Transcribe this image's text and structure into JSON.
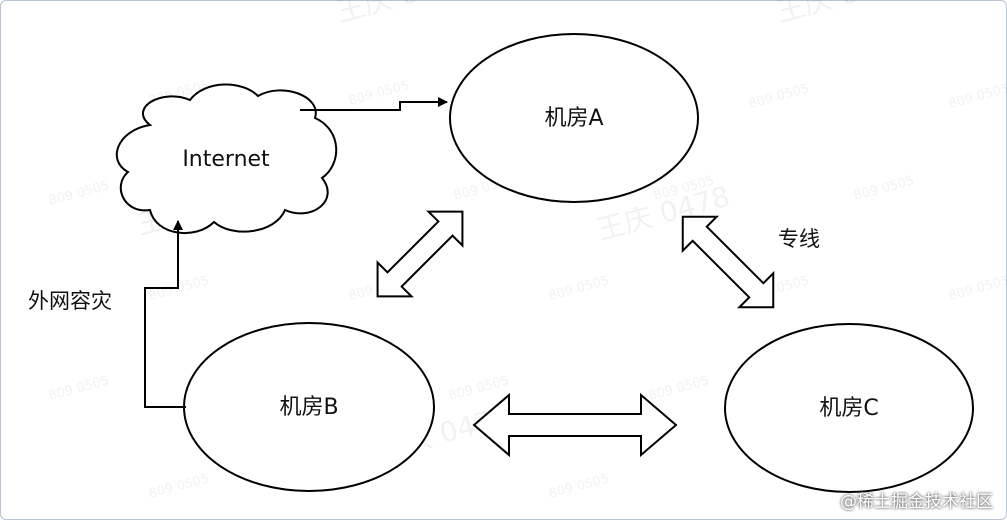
{
  "nodes": {
    "internet": {
      "label": "Internet"
    },
    "room_a": {
      "label": "机房A"
    },
    "room_b": {
      "label": "机房B"
    },
    "room_c": {
      "label": "机房C"
    }
  },
  "edges": {
    "external_dr": {
      "label": "外网容灾"
    },
    "dedicated_line": {
      "label": "专线"
    }
  },
  "watermark": {
    "name": "王庆 0478",
    "code": "809 0505"
  },
  "credit": "@稀土掘金技术社区"
}
